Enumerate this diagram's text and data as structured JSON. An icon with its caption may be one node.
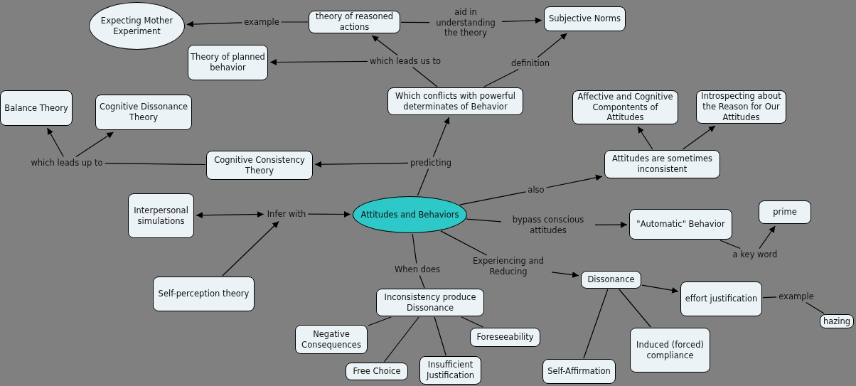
{
  "diagram": {
    "nodes": [
      {
        "text": [
          "Expecting Mother Experiment"
        ]
      },
      {
        "text": [
          "theory of reasoned actions"
        ]
      },
      {
        "text": [
          "Subjective Norms"
        ]
      },
      {
        "text": [
          "Theory of planned behavior"
        ]
      },
      {
        "text": [
          "Which conflicts with powerful determinates of Behavior"
        ]
      },
      {
        "text": [
          "Balance Theory"
        ]
      },
      {
        "text": [
          "Cognitive Dissonance Theory"
        ]
      },
      {
        "text": [
          "Affective and Cognitive Compontents of Attitudes"
        ]
      },
      {
        "text": [
          "Introspecting about the Reason for Our Attitudes"
        ]
      },
      {
        "text": [
          "Cognitive Consistency Theory"
        ]
      },
      {
        "text": [
          "Attitudes are sometimes inconsistent"
        ]
      },
      {
        "text": [
          "Interpersonal simulations"
        ]
      },
      {
        "text": [
          "Attitudes and Behaviors"
        ]
      },
      {
        "text": [
          "\"Automatic\" Behavior"
        ]
      },
      {
        "text": [
          "prime"
        ]
      },
      {
        "text": [
          "Self-perception theory"
        ]
      },
      {
        "text": [
          "Dissonance"
        ]
      },
      {
        "text": [
          "Inconsistency produce Dissonance"
        ]
      },
      {
        "text": [
          "effort justification"
        ]
      },
      {
        "text": [
          "Negative Consequences"
        ]
      },
      {
        "text": [
          "Foreseeability"
        ]
      },
      {
        "text": [
          "hazing"
        ]
      },
      {
        "text": [
          "Induced (forced) compliance"
        ]
      },
      {
        "text": [
          "Free Choice"
        ]
      },
      {
        "text": [
          "Insufficient Justification"
        ]
      },
      {
        "text": [
          "Self-Affirmation"
        ]
      },
      {
        "text": [
          "example"
        ]
      },
      {
        "text": [
          "aid in understanding the theory"
        ]
      },
      {
        "text": [
          "which leads us to"
        ]
      },
      {
        "text": [
          "definition"
        ]
      },
      {
        "text": [
          "which leads up to"
        ]
      },
      {
        "text": [
          "predicting"
        ]
      },
      {
        "text": [
          "also"
        ]
      },
      {
        "text": [
          "Infer with"
        ]
      },
      {
        "text": [
          "bypass conscious attitudes"
        ]
      },
      {
        "text": [
          "Experiencing and Reducing"
        ]
      },
      {
        "text": [
          "When does"
        ]
      },
      {
        "text": [
          "a key word"
        ]
      },
      {
        "text": [
          "example"
        ]
      }
    ],
    "edges": [
      {
        "from": 1,
        "to": 26,
        "arrow": "none"
      },
      {
        "from": 26,
        "to": 0,
        "arrow": "to"
      },
      {
        "from": 1,
        "to": 27,
        "arrow": "none"
      },
      {
        "from": 27,
        "to": 2,
        "arrow": "to"
      },
      {
        "from": 4,
        "to": 28,
        "arrow": "none"
      },
      {
        "from": 28,
        "to": 1,
        "arrow": "to"
      },
      {
        "from": 28,
        "to": 3,
        "arrow": "to"
      },
      {
        "from": 4,
        "to": 29,
        "arrow": "none"
      },
      {
        "from": 29,
        "to": 2,
        "arrow": "to"
      },
      {
        "from": 9,
        "to": 30,
        "arrow": "none"
      },
      {
        "from": 30,
        "to": 5,
        "arrow": "to"
      },
      {
        "from": 30,
        "to": 6,
        "arrow": "to"
      },
      {
        "from": 12,
        "to": 31,
        "arrow": "none"
      },
      {
        "from": 31,
        "to": 4,
        "arrow": "to"
      },
      {
        "from": 31,
        "to": 9,
        "arrow": "to"
      },
      {
        "from": 12,
        "to": 32,
        "arrow": "none"
      },
      {
        "from": 32,
        "to": 10,
        "arrow": "to"
      },
      {
        "from": 10,
        "to": 7,
        "arrow": "to"
      },
      {
        "from": 10,
        "to": 8,
        "arrow": "to"
      },
      {
        "from": 11,
        "to": 33,
        "arrow": "both"
      },
      {
        "from": 15,
        "to": 33,
        "arrow": "to"
      },
      {
        "from": 33,
        "to": 12,
        "arrow": "to"
      },
      {
        "from": 12,
        "to": 34,
        "arrow": "none"
      },
      {
        "from": 34,
        "to": 13,
        "arrow": "to"
      },
      {
        "from": 13,
        "to": 37,
        "arrow": "none"
      },
      {
        "from": 37,
        "to": 14,
        "arrow": "to"
      },
      {
        "from": 12,
        "to": 35,
        "arrow": "none"
      },
      {
        "from": 35,
        "to": 16,
        "arrow": "to"
      },
      {
        "from": 16,
        "to": 18,
        "arrow": "to"
      },
      {
        "from": 16,
        "to": 22,
        "arrow": "none"
      },
      {
        "from": 16,
        "to": 25,
        "arrow": "none"
      },
      {
        "from": 18,
        "to": 38,
        "arrow": "none"
      },
      {
        "from": 38,
        "to": 21,
        "arrow": "none"
      },
      {
        "from": 12,
        "to": 36,
        "arrow": "none"
      },
      {
        "from": 36,
        "to": 17,
        "arrow": "none"
      },
      {
        "from": 17,
        "to": 19,
        "arrow": "none"
      },
      {
        "from": 17,
        "to": 23,
        "arrow": "none"
      },
      {
        "from": 17,
        "to": 24,
        "arrow": "none"
      },
      {
        "from": 17,
        "to": 20,
        "arrow": "none"
      }
    ]
  }
}
